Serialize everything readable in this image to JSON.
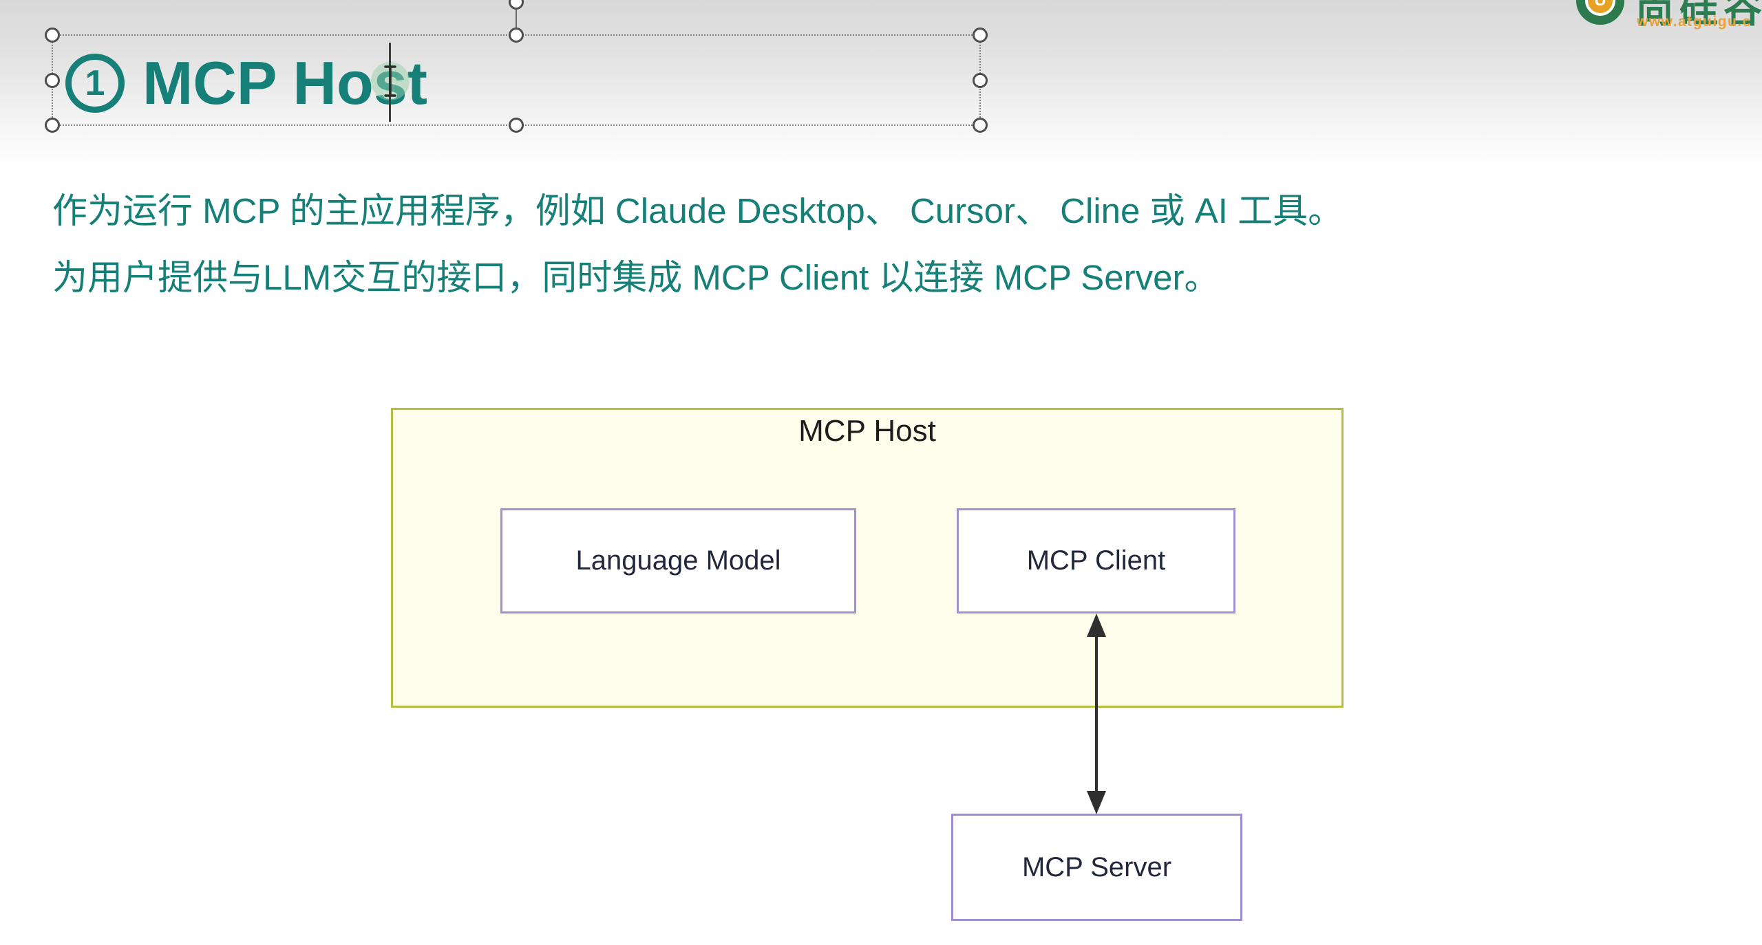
{
  "logo": {
    "brand_text": "尚硅谷",
    "url_text": "www.atguigu.c",
    "monogram": "U"
  },
  "title": {
    "number": "1",
    "text": "MCP Host"
  },
  "description": {
    "line1": "作为运行 MCP 的主应用程序，例如 Claude Desktop、 Cursor、 Cline 或 AI 工具。",
    "line2": "为用户提供与LLM交互的接口，同时集成 MCP Client 以连接 MCP Server。"
  },
  "diagram": {
    "host_label": "MCP Host",
    "language_model_label": "Language Model",
    "mcp_client_label": "MCP Client",
    "mcp_server_label": "MCP Server"
  },
  "colors": {
    "accent_teal": "#157f78",
    "host_fill": "#fdfdeb",
    "host_border": "#b5bf3f",
    "node_border": "#a191d2",
    "logo_green": "#2e7d52",
    "logo_orange": "#e8a138",
    "arrow": "#2f2f2f"
  }
}
